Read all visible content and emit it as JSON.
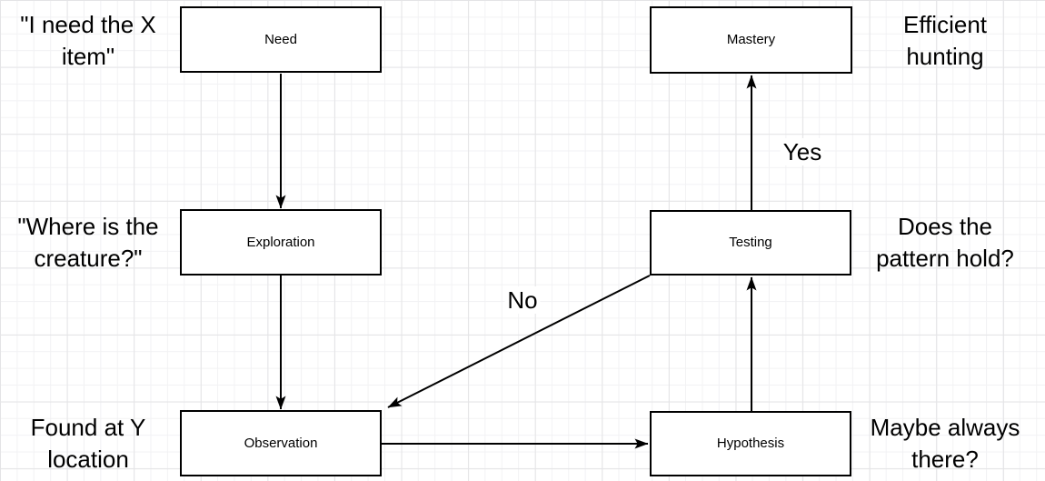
{
  "diagram": {
    "type": "flowchart",
    "nodes": [
      {
        "id": "need",
        "label": "Need"
      },
      {
        "id": "exploration",
        "label": "Exploration"
      },
      {
        "id": "observation",
        "label": "Observation"
      },
      {
        "id": "mastery",
        "label": "Mastery"
      },
      {
        "id": "testing",
        "label": "Testing"
      },
      {
        "id": "hypothesis",
        "label": "Hypothesis"
      }
    ],
    "edges": [
      {
        "from": "Need",
        "to": "Exploration",
        "label": ""
      },
      {
        "from": "Exploration",
        "to": "Observation",
        "label": ""
      },
      {
        "from": "Observation",
        "to": "Hypothesis",
        "label": ""
      },
      {
        "from": "Hypothesis",
        "to": "Testing",
        "label": ""
      },
      {
        "from": "Testing",
        "to": "Mastery",
        "label": "Yes"
      },
      {
        "from": "Testing",
        "to": "Observation",
        "label": "No"
      }
    ],
    "annotations": [
      {
        "for": "need",
        "side": "left",
        "text": "\"I need the X\nitem\""
      },
      {
        "for": "exploration",
        "side": "left",
        "text": "\"Where is the\ncreature?\""
      },
      {
        "for": "observation",
        "side": "left",
        "text": "Found at Y\nlocation"
      },
      {
        "for": "mastery",
        "side": "right",
        "text": "Efficient\nhunting"
      },
      {
        "for": "testing",
        "side": "right",
        "text": "Does the\npattern hold?"
      },
      {
        "for": "hypothesis",
        "side": "right",
        "text": "Maybe always\nthere?"
      }
    ],
    "colors": {
      "node_fill": "#ffffff",
      "node_border": "#000000",
      "text": "#000000",
      "grid_minor": "#f2f2f4",
      "grid_major": "#e4e4e6",
      "background": "#ffffff"
    }
  }
}
